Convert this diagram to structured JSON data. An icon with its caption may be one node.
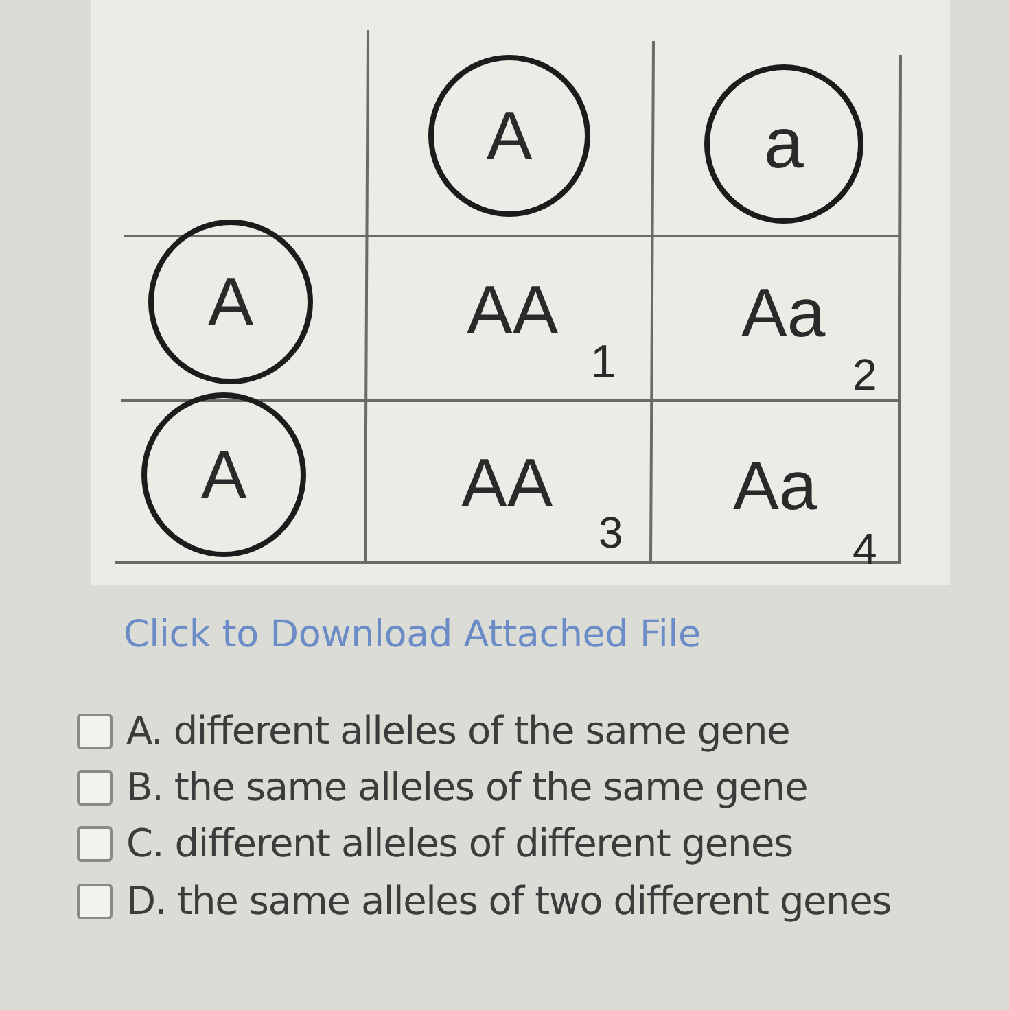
{
  "diagram": {
    "nodes": [
      {
        "text": [
          "A"
        ]
      },
      {
        "text": [
          "a"
        ]
      },
      {
        "text": [
          "A"
        ]
      },
      {
        "text": [
          "A"
        ]
      }
    ],
    "labels": [
      "AA",
      "1",
      "Aa",
      "2",
      "AA",
      "3",
      "Aa",
      "4",
      "Click to Download Attached File",
      "A. different alleles of the same gene",
      "B. the same alleles of the same gene",
      "C. different alleles of different genes",
      "D. the same alleles of two different genes"
    ]
  }
}
